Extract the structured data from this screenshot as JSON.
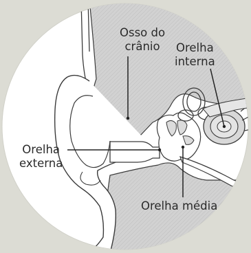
{
  "diagram": {
    "labels": {
      "skull_bone": [
        "Osso do",
        "crânio"
      ],
      "inner_ear": [
        "Orelha",
        "interna"
      ],
      "outer_ear": [
        "Orelha",
        "externa"
      ],
      "middle_ear": "Orelha média"
    },
    "colors": {
      "background": "#dcdcd4",
      "circle_fill": "#ffffff",
      "bone": "#cfcfcf",
      "outline": "#3a3a3a",
      "canal": "#ffffff"
    }
  }
}
